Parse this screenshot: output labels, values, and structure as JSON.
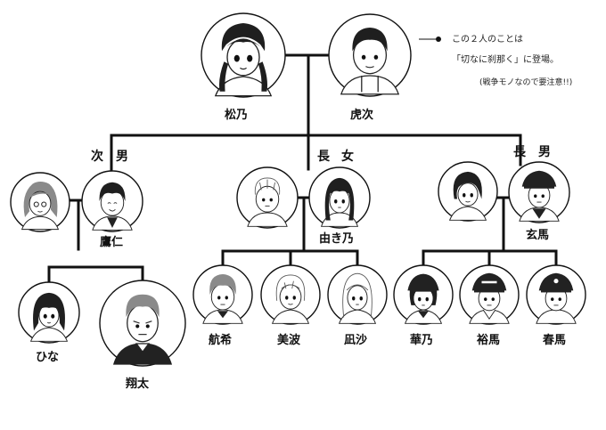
{
  "note": {
    "line1": "この２人のことは",
    "line2": "「切なに刹那く」に登場。",
    "line3": "(戦争モノなので要注意!!)"
  },
  "relations": {
    "second_son": [
      "次",
      "男"
    ],
    "eldest_daughter": [
      "長",
      "女"
    ],
    "eldest_son": [
      "長",
      "男"
    ]
  },
  "people": {
    "matsuno": "松乃",
    "toraji": "虎次",
    "takahito": "鷹仁",
    "yukino": "由き乃",
    "genma": "玄馬",
    "hina": "ひな",
    "shota": "翔太",
    "koki": "航希",
    "minami": "美波",
    "nagisa": "凪沙",
    "hanano": "華乃",
    "yuma": "裕馬",
    "haruma": "春馬"
  }
}
